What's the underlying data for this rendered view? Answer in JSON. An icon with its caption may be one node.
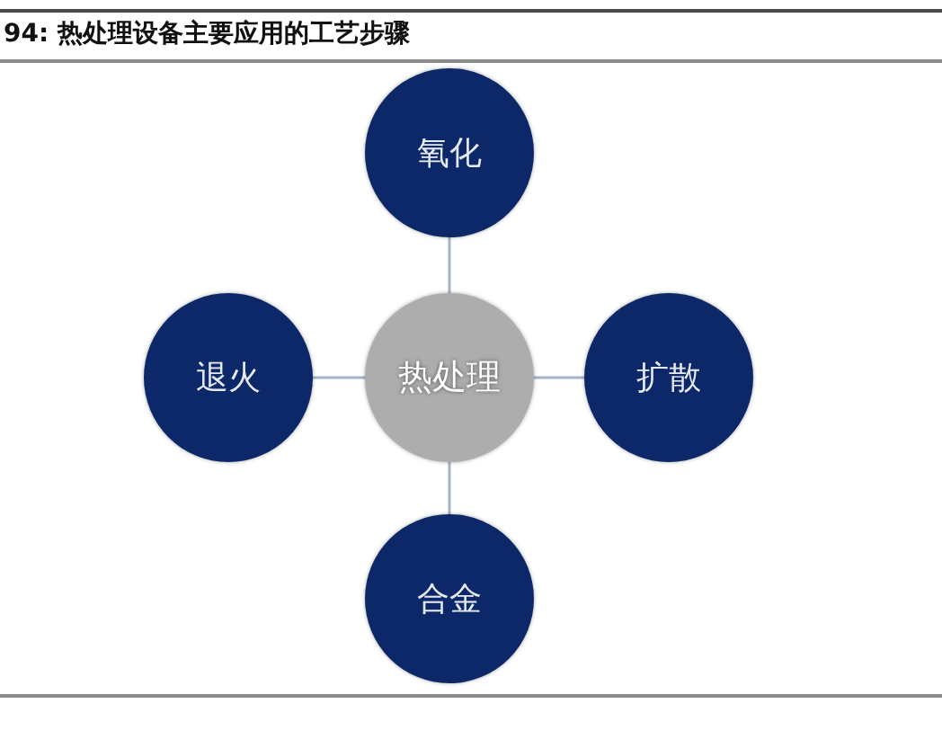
{
  "diagram": {
    "title": "94: 热处理设备主要应用的工艺步骤",
    "nodes": [
      {
        "text": [
          "氧化"
        ]
      },
      {
        "text": [
          "退火"
        ]
      },
      {
        "text": [
          "热处理"
        ]
      },
      {
        "text": [
          "扩散"
        ]
      },
      {
        "text": [
          "合金"
        ]
      }
    ],
    "edges": [
      {
        "from": 2,
        "to": 0,
        "arrow": "none"
      },
      {
        "from": 2,
        "to": 1,
        "arrow": "none"
      },
      {
        "from": 2,
        "to": 3,
        "arrow": "none"
      },
      {
        "from": 2,
        "to": 4,
        "arrow": "none"
      }
    ]
  }
}
